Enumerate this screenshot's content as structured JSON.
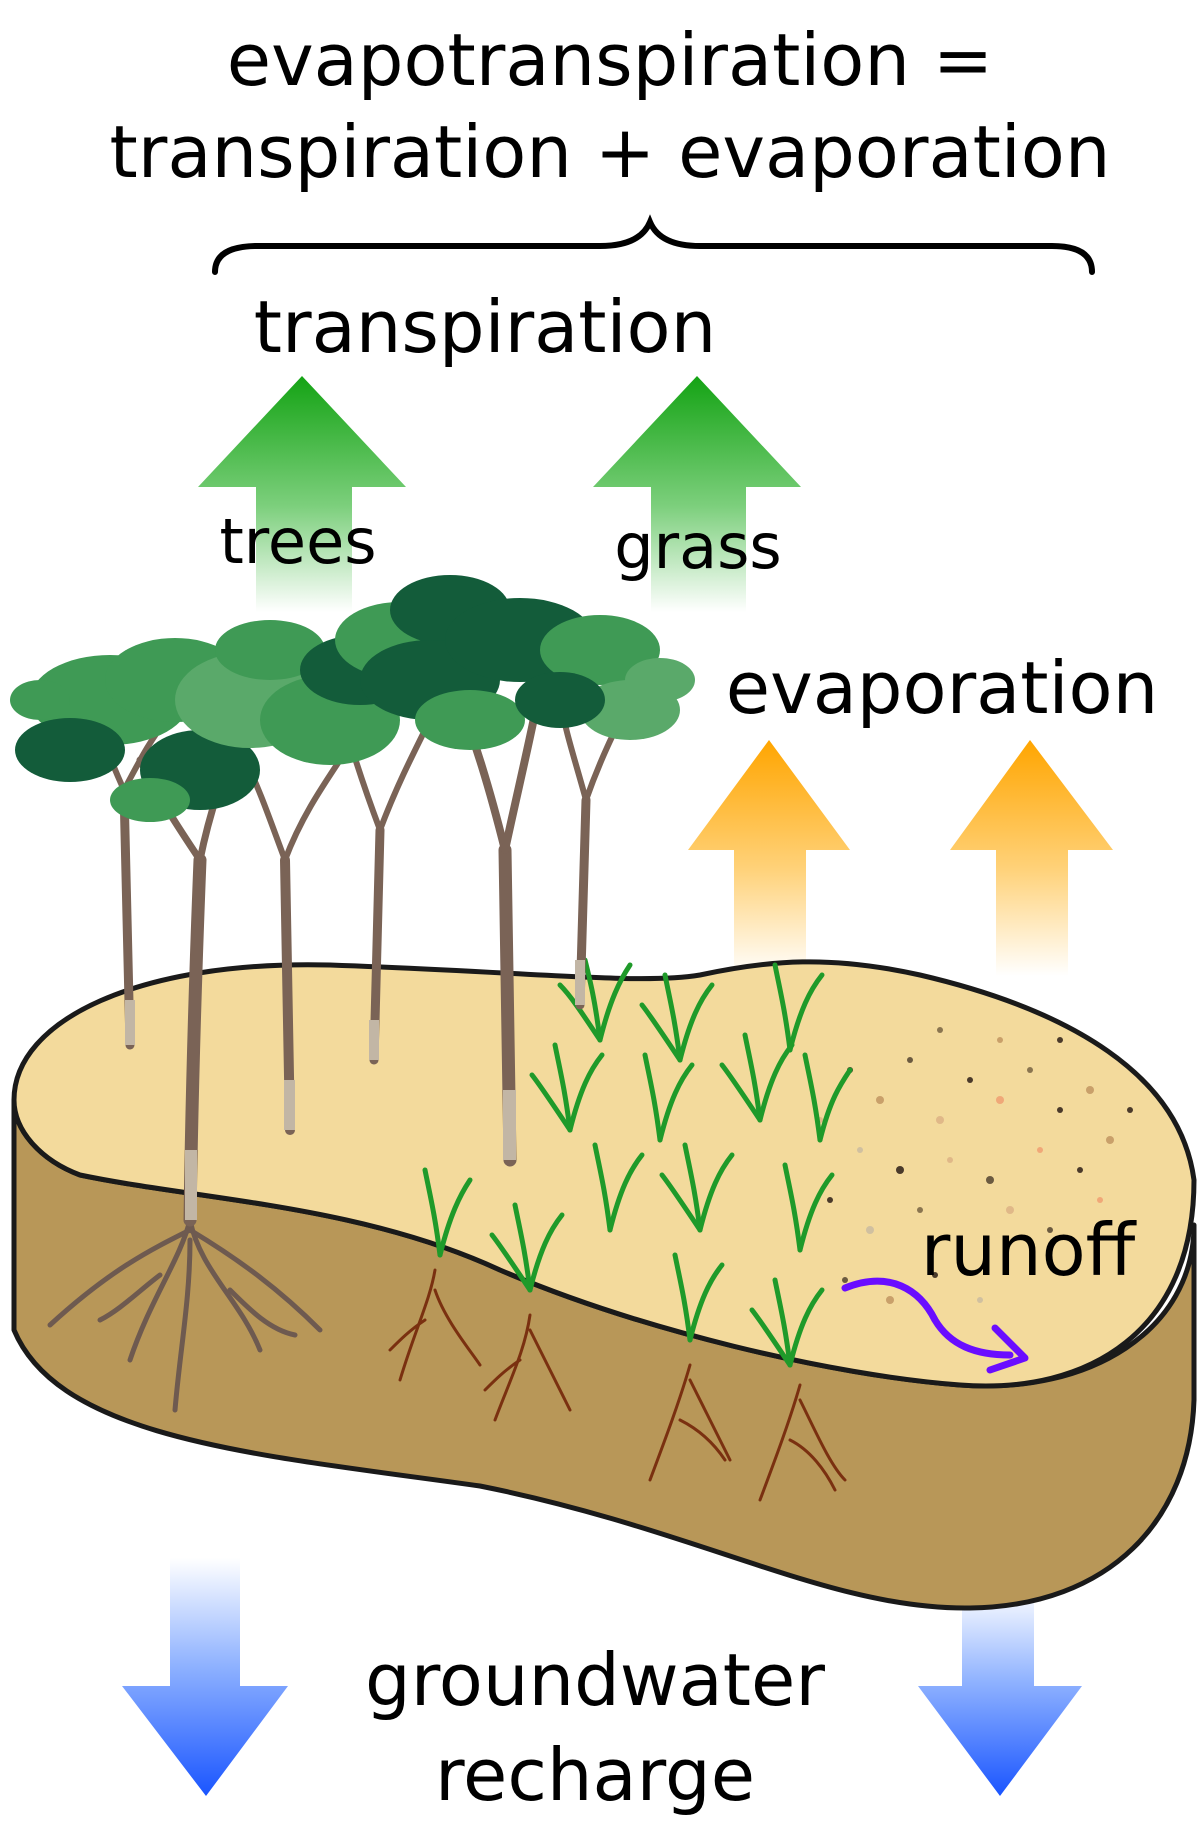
{
  "title": {
    "line1": "evapotranspiration =",
    "line2": "transpiration + evaporation"
  },
  "labels": {
    "transpiration": "transpiration",
    "trees": "trees",
    "grass": "grass",
    "evaporation": "evaporation",
    "runoff": "runoff",
    "groundwater_line1": "groundwater",
    "groundwater_line2": "recharge"
  },
  "colors": {
    "transpiration_arrow": "#1aa31a",
    "evaporation_arrow": "#ffa500",
    "recharge_arrow": "#1f5cff",
    "runoff_arrow": "#6a0dff",
    "soil_top": "#f3da9c",
    "soil_side": "#b89758",
    "foliage_dark": "#135c3a",
    "foliage_light": "#3f9a55",
    "trunk": "#7a6356",
    "grass": "#1f9a2a",
    "roots": "#7a3010"
  }
}
